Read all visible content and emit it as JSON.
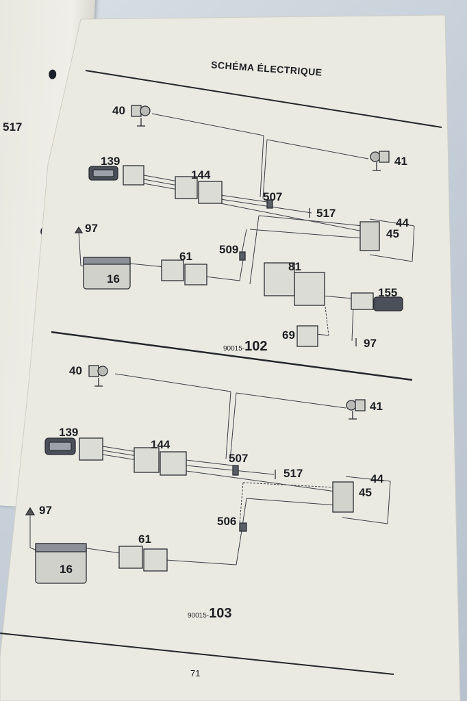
{
  "page": {
    "header": "SCHÉMA ÉLECTRIQUE",
    "page_number": "71",
    "left_page_label": "517"
  },
  "diagram_102": {
    "figure_prefix": "90015-",
    "figure_number": "102",
    "components": [
      "40",
      "41",
      "139",
      "144",
      "507",
      "517",
      "44",
      "45",
      "97",
      "16",
      "61",
      "509",
      "81",
      "155",
      "69",
      "97"
    ]
  },
  "diagram_103": {
    "figure_prefix": "90015-",
    "figure_number": "103",
    "components": [
      "40",
      "41",
      "139",
      "144",
      "507",
      "517",
      "44",
      "45",
      "97",
      "16",
      "61",
      "506"
    ]
  },
  "colors": {
    "paper": "#e9e8e1",
    "ink": "#1d1f24",
    "desk": "#c9d3dc"
  }
}
